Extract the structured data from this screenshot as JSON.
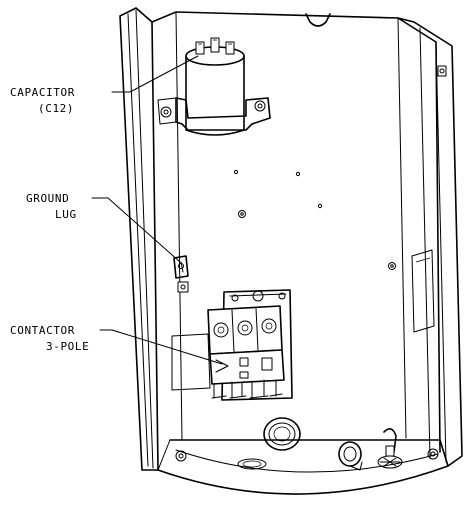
{
  "callouts": {
    "capacitor": {
      "line1": "CAPACITOR",
      "line2": "(C12)"
    },
    "ground_lug": {
      "line1": "GROUND",
      "line2": "LUG"
    },
    "contactor": {
      "line1": "CONTACTOR",
      "line2": "3-POLE"
    }
  }
}
